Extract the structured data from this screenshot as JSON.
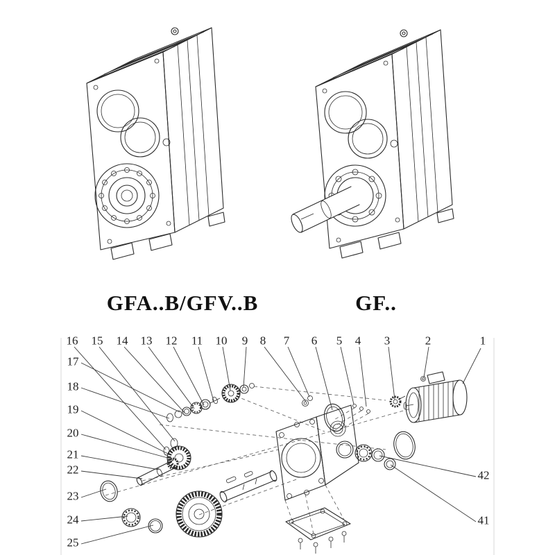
{
  "captions": {
    "left": "GFA..B/GFV..B",
    "right": "GF.."
  },
  "exploded_view": {
    "top_row": [
      "16",
      "15",
      "14",
      "13",
      "12",
      "11",
      "10",
      "9",
      "8",
      "7",
      "6",
      "5",
      "4",
      "3",
      "2",
      "1"
    ],
    "left_column": [
      "17",
      "18",
      "19",
      "20",
      "21",
      "22",
      "23",
      "24",
      "25"
    ],
    "right_column": [
      "42",
      "41"
    ]
  },
  "colors": {
    "ink": "#2b2b2b",
    "paper": "#ffffff"
  }
}
